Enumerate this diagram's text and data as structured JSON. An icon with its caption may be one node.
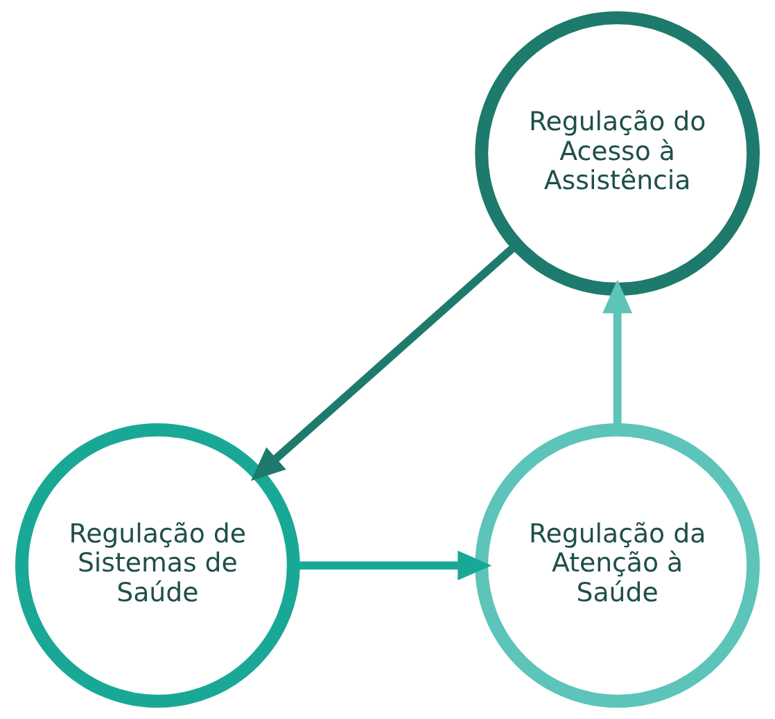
{
  "diagram": {
    "nodes": [
      {
        "text": [
          "Regulação do Acesso à Assistência"
        ]
      },
      {
        "text": [
          "Regulação da Atenção à Saúde"
        ]
      },
      {
        "text": [
          "Regulação de Sistemas de Saúde"
        ]
      }
    ],
    "edges": [
      {
        "from": 1,
        "to": 0,
        "arrow": "to"
      },
      {
        "from": 0,
        "to": 2,
        "arrow": "to"
      },
      {
        "from": 2,
        "to": 1,
        "arrow": "to"
      }
    ]
  }
}
